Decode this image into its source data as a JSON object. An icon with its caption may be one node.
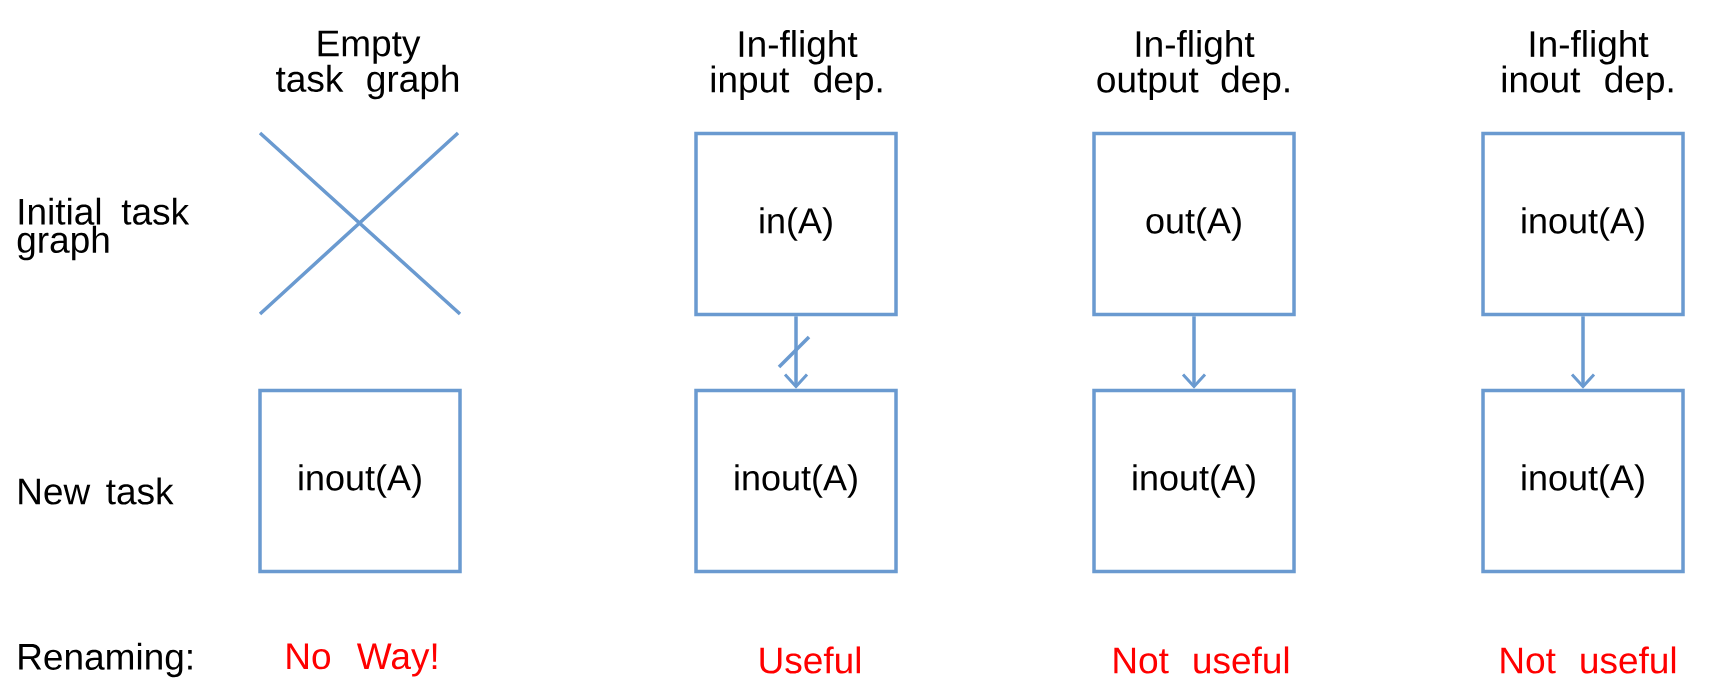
{
  "diagram": {
    "nodes": [
      {
        "text": [
          "in(A)"
        ]
      },
      {
        "text": [
          "out(A)"
        ]
      },
      {
        "text": [
          "inout(A)"
        ]
      },
      {
        "text": [
          "inout(A)"
        ]
      },
      {
        "text": [
          "inout(A)"
        ]
      },
      {
        "text": [
          "inout(A)"
        ]
      },
      {
        "text": [
          "inout(A)"
        ]
      }
    ],
    "edges": [
      {
        "from": 0,
        "to": 4,
        "arrow": "to"
      },
      {
        "from": 1,
        "to": 5,
        "arrow": "to"
      },
      {
        "from": 2,
        "to": 6,
        "arrow": "to"
      }
    ],
    "labels": [
      "Empty task graph",
      "In-flight input dep.",
      "In-flight output dep.",
      "In-flight inout dep.",
      "Initial task graph",
      "New task",
      "Renaming:",
      "No Way!",
      "Useful",
      "Not useful",
      "Not useful"
    ]
  }
}
